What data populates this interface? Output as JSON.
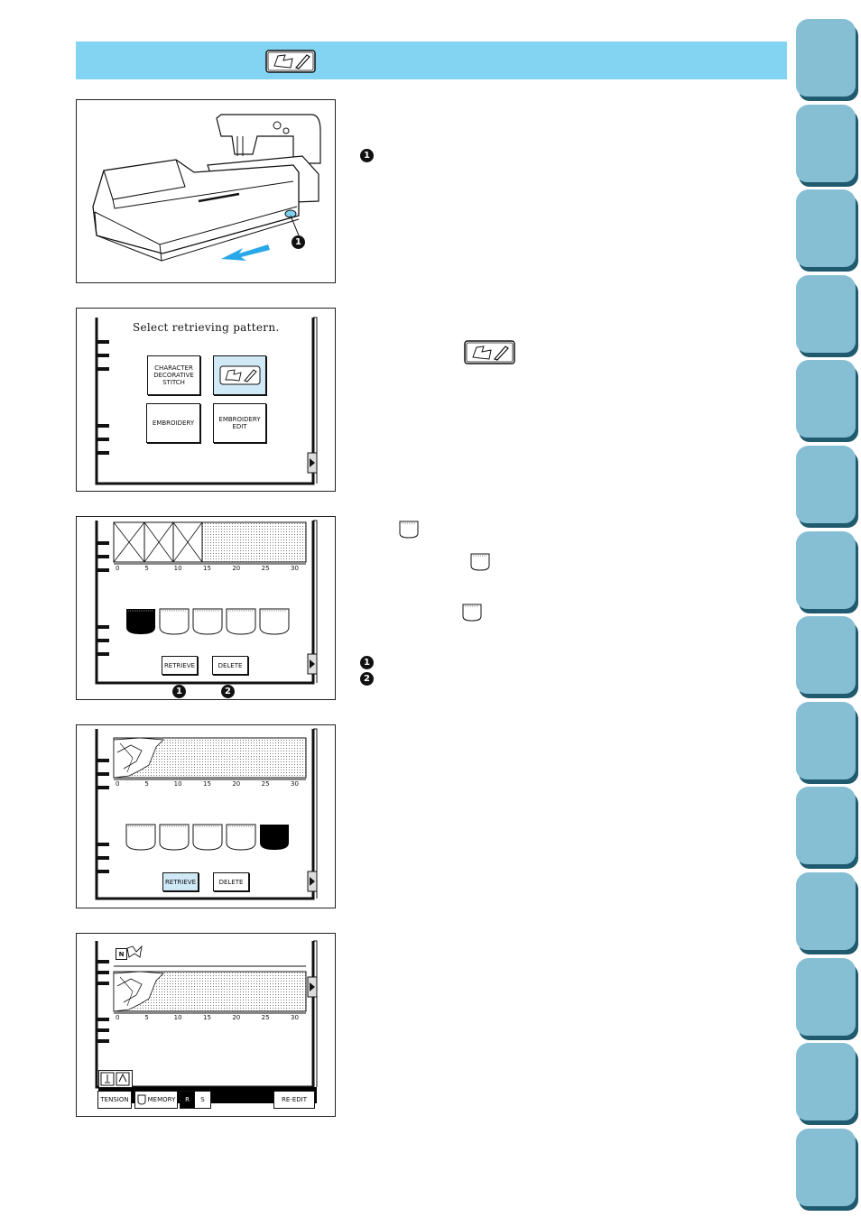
{
  "header": {
    "icon": "embroidery-edit-icon"
  },
  "side_tabs": {
    "count": 14,
    "color": "#86bfd4",
    "shadow": "#1f5a6e"
  },
  "colors": {
    "header_bar": "#83d4f2",
    "lcd_highlight": "#cfe9f7"
  },
  "step1": {
    "marker": "1"
  },
  "step2": {
    "title": "Select retrieving pattern.",
    "buttons": [
      {
        "label_lines": [
          "CHARACTER",
          "DECORATIVE",
          "STITCH"
        ]
      },
      {
        "icon": "embroidery-edit-icon"
      },
      {
        "label_lines": [
          "EMBROIDERY"
        ]
      },
      {
        "label_lines": [
          "EMBROIDERY",
          "EDIT"
        ]
      }
    ]
  },
  "step3": {
    "ruler_ticks": [
      "0",
      "5",
      "10",
      "15",
      "20",
      "25",
      "30"
    ],
    "retrieve_label": "RETRIEVE",
    "delete_label": "DELETE",
    "marker1": "1",
    "marker2": "2",
    "right_markers": [
      "1",
      "2"
    ]
  },
  "step4": {
    "ruler_ticks": [
      "0",
      "5",
      "10",
      "15",
      "20",
      "25",
      "30"
    ],
    "retrieve_label": "RETRIEVE",
    "delete_label": "DELETE"
  },
  "step5": {
    "mode_letter": "N",
    "ruler_ticks": [
      "0",
      "5",
      "10",
      "15",
      "20",
      "25",
      "30"
    ],
    "tension_label": "TENSION",
    "memory_label": "MEMORY",
    "r_label": "R",
    "s_label": "S",
    "reedit_label": "RE-EDIT"
  }
}
